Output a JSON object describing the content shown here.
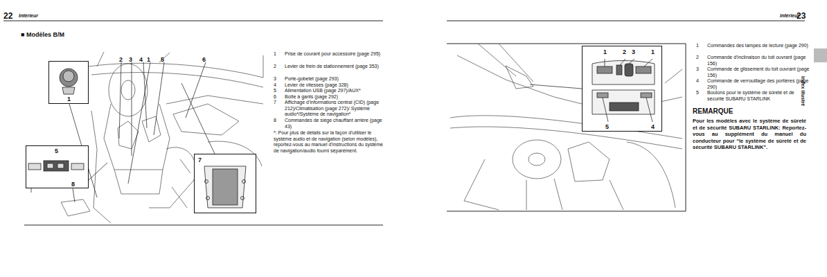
{
  "diagram": {
    "nodes": [
      {
        "text": [
          "1"
        ]
      },
      {
        "text": [
          "5",
          "8"
        ]
      },
      {
        "text": [
          "7"
        ]
      },
      {
        "text": [
          "1",
          "2",
          "3",
          "1",
          "5",
          "4"
        ]
      }
    ],
    "labels": [
      "22",
      "Intérieur",
      "■ Modèles B/M",
      "2",
      "3",
      "4",
      "1",
      "5",
      "6",
      "1",
      "Prise de courant pour accessoire (page 295)",
      "2",
      "Levier de frein de stationnement (page 353)",
      "3",
      "Porte-gobelet (page 293)",
      "4",
      "Levier de vitesses (page 328)",
      "5",
      "Alimentation USB (page 297)/AUX*",
      "6",
      "Boîte à gants (page 292)",
      "7",
      "Affichage d’informations central (CID) (page 212)/Climatisation (page 272)/ Système audio*/Système de navigation*",
      "8",
      "Commandes de siège chauffant arrière (page 43)",
      "*: Pour plus de détails sur la façon d’utiliser le système audio et de navigation (selon modèles), reportez-vous au manuel d’instructions du système de navigation/audio fourni séparément.",
      "Intérieur",
      "23",
      "Index illustré",
      "1",
      "Commandes des lampes de lecture (page 290)",
      "2",
      "Commande d’inclinaison du toit ouvrant (page 156)",
      "3",
      "Commande de glissement du toit ouvrant (page 156)",
      "4",
      "Commande de verrouillage des portières (page 290)",
      "5",
      "Boutons pour le système de sûreté et de sécurité SUBARU STARLINK",
      "REMARQUE",
      "Pour les modèles avec le système de sûreté et de sécurité SUBARU STARLINK: Reportez-vous au supplément du manuel du conducteur pour “le système de sûreté et de sécurité SUBARU STARLINK”."
    ]
  }
}
